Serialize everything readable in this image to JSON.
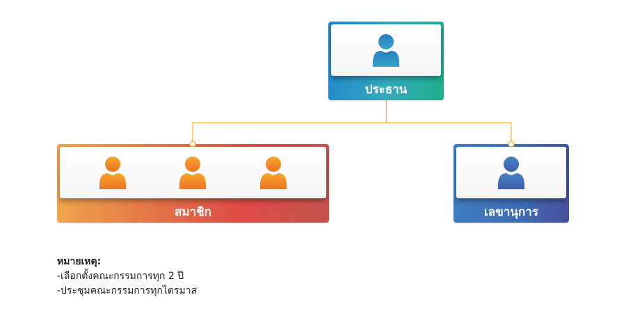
{
  "diagram": {
    "type": "org-chart",
    "connector_color": "#f2b53b",
    "nodes": [
      {
        "id": "chair",
        "label": "ประธาน",
        "icon": "person-icon",
        "icon_count": 1,
        "icon_color": "#2a8fcc",
        "colors": [
          "#1f86cf",
          "#34aabc",
          "#1db08b"
        ]
      },
      {
        "id": "members",
        "label": "สมาชิก",
        "icon": "person-icon",
        "icon_count": 3,
        "icon_color": "#f28a23",
        "colors": [
          "#f0ab4a",
          "#e36a47",
          "#de4a45",
          "#c4544d"
        ]
      },
      {
        "id": "secretary",
        "label": "เลขานุการ",
        "icon": "person-icon",
        "icon_count": 1,
        "icon_color": "#3f6fb5",
        "colors": [
          "#3f7fc4",
          "#3d6db5",
          "#4a4f9a"
        ]
      }
    ],
    "edges": [
      {
        "from": "chair",
        "to": "members"
      },
      {
        "from": "chair",
        "to": "secretary"
      }
    ]
  },
  "notes": {
    "title": "หมายเหตุ:",
    "items": [
      "-เลือกตั้งคณะกรรมการทุก 2 ปี",
      "-ประชุมคณะกรรมการทุกไตรมาส"
    ]
  }
}
